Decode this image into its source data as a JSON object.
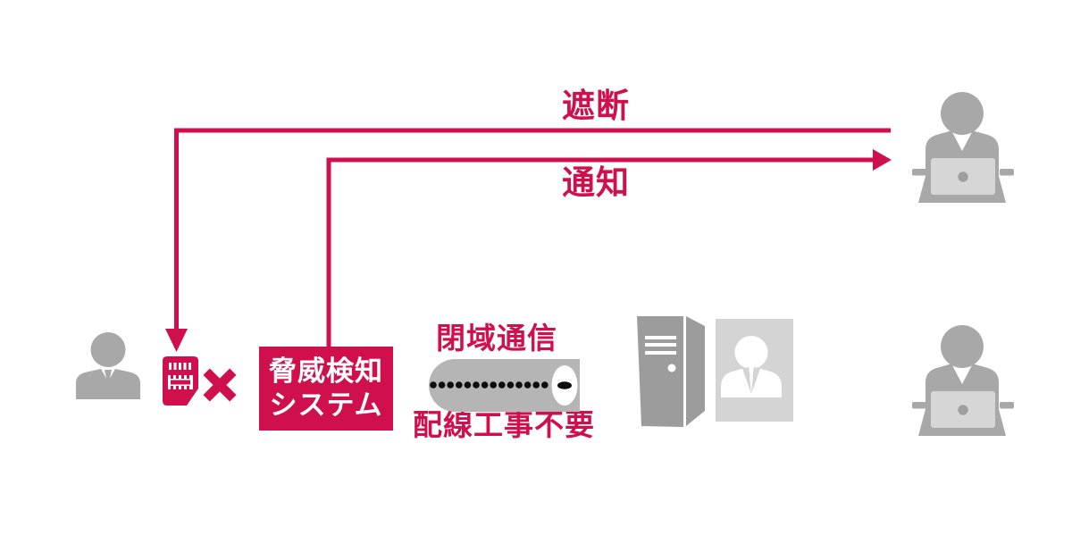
{
  "colors": {
    "accent": "#d0104c",
    "icon_gray": "#a8a8a8",
    "light_gray": "#d6d6d6",
    "tube_gray": "#b5b5b5",
    "server_gray": "#9c9c9c",
    "card_gray": "#d4d4d4",
    "dot_black": "#0d0d0d"
  },
  "arrows": {
    "block_label": "遮断",
    "notify_label": "通知"
  },
  "threat_box": {
    "line1": "脅威検知",
    "line2": "システム"
  },
  "network": {
    "label_top": "閉域通信",
    "label_bottom": "配線工事不要"
  },
  "icons": {
    "employee": "business-person",
    "sim": "sim-card",
    "blocked": "x-mark",
    "pipe": "closed-network-pipe",
    "server": "server-tower",
    "portrait": "admin-portrait-card",
    "admin_top": "person-at-laptop",
    "admin_bottom": "person-at-laptop"
  }
}
